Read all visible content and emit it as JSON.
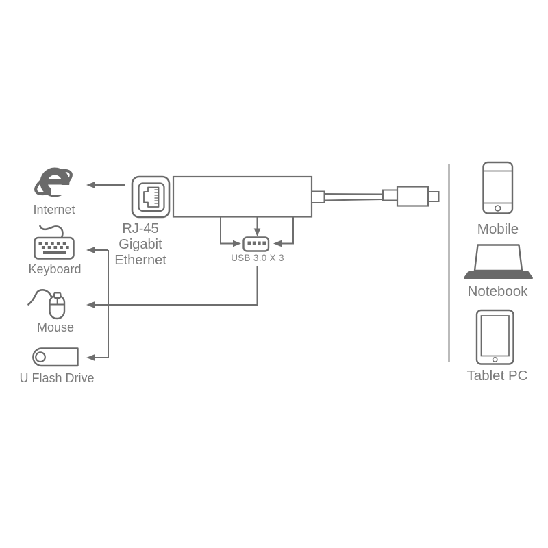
{
  "diagram": {
    "left_column": {
      "items": [
        {
          "icon": "internet-explorer-icon",
          "label": "Internet"
        },
        {
          "icon": "keyboard-icon",
          "label": "Keyboard"
        },
        {
          "icon": "mouse-icon",
          "label": "Mouse"
        },
        {
          "icon": "usb-flash-drive-icon",
          "label": "U Flash Drive"
        }
      ]
    },
    "center": {
      "ethernet_label_lines": [
        "RJ-45",
        "Gigabit",
        "Ethernet"
      ],
      "usb_port_label": "USB 3.0 X 3"
    },
    "right_column": {
      "items": [
        {
          "icon": "mobile-phone-icon",
          "label": "Mobile"
        },
        {
          "icon": "notebook-icon",
          "label": "Notebook"
        },
        {
          "icon": "tablet-icon",
          "label": "Tablet PC"
        }
      ]
    },
    "colors": {
      "icon_stroke": "#6a6a6a",
      "icon_fill": "#696969",
      "line": "#6e6e6e",
      "divider": "#8e8e8e",
      "text": "#7b7b7b",
      "background": "#ffffff"
    }
  }
}
